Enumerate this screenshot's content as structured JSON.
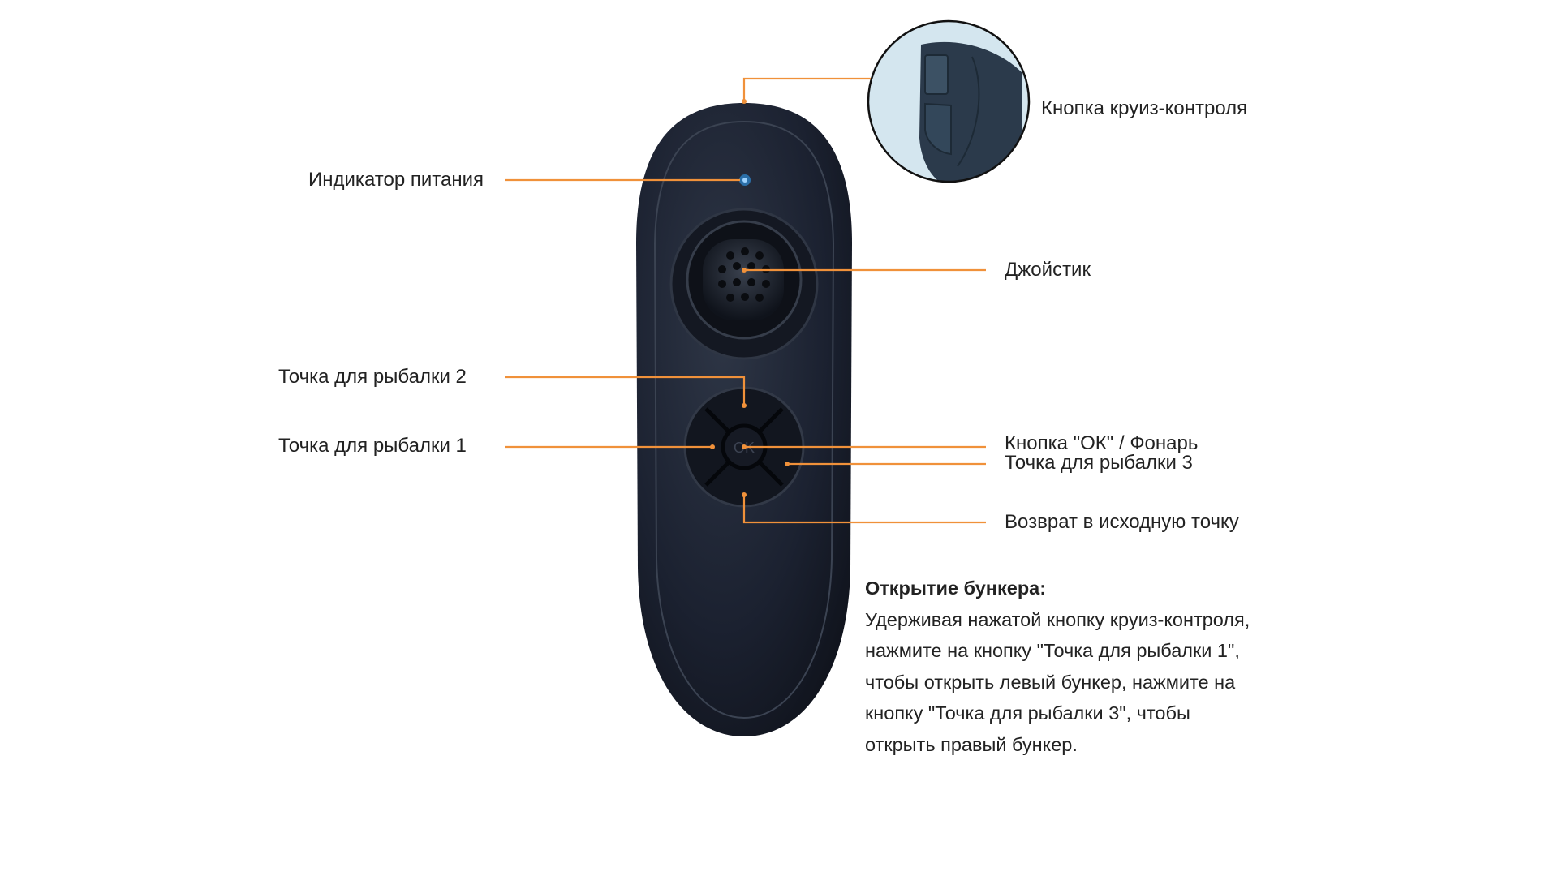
{
  "colors": {
    "leader_line": "#f0913a",
    "remote_body": "#1c2230",
    "inset_bg": "#cfe3ee"
  },
  "labels": {
    "cruise_button": "Кнопка круиз-контроля",
    "power_indicator": "Индикатор питания",
    "joystick": "Джойстик",
    "fishing_point_2": "Точка для рыбалки 2",
    "fishing_point_1": "Точка для рыбалки 1",
    "ok_button": "Кнопка \"ОК\" / Фонарь",
    "fishing_point_3": "Точка для рыбалки 3",
    "return_home": "Возврат в исходную точку",
    "ok_glyph": "OK"
  },
  "description": {
    "heading": "Открытие бункера:",
    "lines": [
      "Удерживая нажатой кнопку круиз-контроля,",
      "нажмите на кнопку \"Точка для рыбалки 1\",",
      "чтобы открыть левый бункер, нажмите на",
      "кнопку \"Точка для рыбалки 3\", чтобы",
      "открыть правый бункер."
    ]
  }
}
